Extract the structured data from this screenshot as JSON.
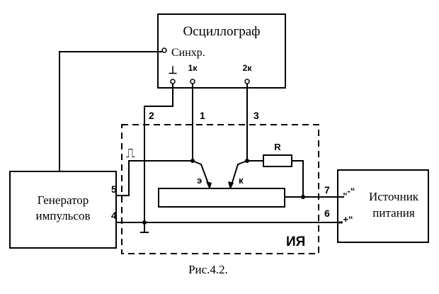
{
  "diagram": {
    "oscilloscope": {
      "title": "Осциллограф",
      "sync_label": "Синхр.",
      "ground_symbol": "⊥",
      "channel1_label": "1к",
      "channel2_label": "2к"
    },
    "generator": {
      "line1": "Генератор",
      "line2": "импульсов"
    },
    "power_supply": {
      "line1": "Источник",
      "line2": "питания",
      "minus_label": "„-“",
      "plus_label": "„+“"
    },
    "device": {
      "label": "ИЯ",
      "resistor_label": "R",
      "probe_e_label": "э",
      "probe_k_label": "к"
    },
    "wire_numbers": {
      "n1": "1",
      "n2": "2",
      "n3": "3",
      "n4": "4",
      "n5": "5",
      "n6": "6",
      "n7": "7"
    },
    "pulse_symbol": "⎍",
    "caption": "Рис.4.2."
  }
}
